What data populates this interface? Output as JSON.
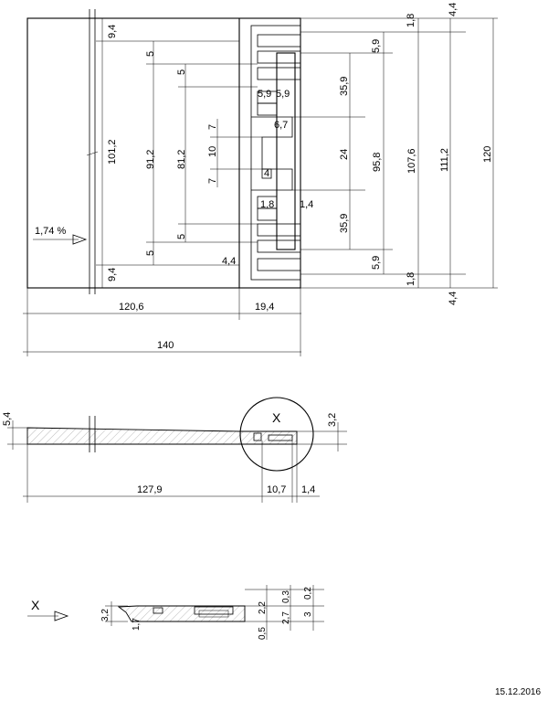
{
  "top_view": {
    "slope": "1,74 %",
    "left_dims": [
      "9,4",
      "101,2",
      "9,4"
    ],
    "inner_dims": [
      "5",
      "91,2",
      "5",
      "5",
      "81,2",
      "5",
      "7",
      "10",
      "7"
    ],
    "detail_dims": [
      "5,9",
      "5,9",
      "6,7",
      "4",
      "1,8",
      "1,4",
      "4,4"
    ],
    "right_dims": [
      "5,9",
      "35,9",
      "24",
      "35,9",
      "5,9",
      "95,8",
      "1,8",
      "107,6",
      "1,8",
      "111,2",
      "4,4",
      "120",
      "4,4"
    ],
    "bottom_dims": [
      "120,6",
      "19,4",
      "140"
    ]
  },
  "section_view": {
    "left_dim": "5,4",
    "right_dim": "3,2",
    "detail_marker": "X",
    "bottom_dims": [
      "127,9",
      "10,7",
      "1,4"
    ]
  },
  "detail_view": {
    "label": "X",
    "dims": [
      "3,2",
      "1,7",
      "2,2",
      "2,7",
      "0,5",
      "0,3",
      "3",
      "0,2"
    ]
  },
  "date": "15.12.2016"
}
